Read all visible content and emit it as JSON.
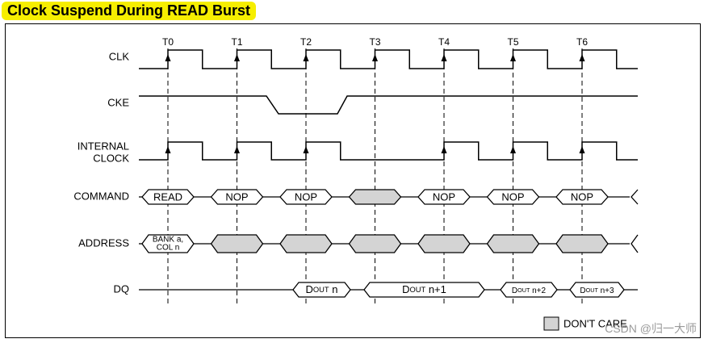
{
  "title": "Clock Suspend During READ Burst",
  "signals": {
    "clk": "CLK",
    "cke": "CKE",
    "internal_clock_line1": "INTERNAL",
    "internal_clock_line2": "CLOCK",
    "command": "COMMAND",
    "address": "ADDRESS",
    "dq": "DQ"
  },
  "time_markers": [
    "T0",
    "T1",
    "T2",
    "T3",
    "T4",
    "T5",
    "T6"
  ],
  "command_cells": [
    {
      "label": "READ",
      "dont_care": false
    },
    {
      "label": "NOP",
      "dont_care": false
    },
    {
      "label": "NOP",
      "dont_care": false
    },
    {
      "label": "",
      "dont_care": true
    },
    {
      "label": "NOP",
      "dont_care": false
    },
    {
      "label": "NOP",
      "dont_care": false
    },
    {
      "label": "NOP",
      "dont_care": false
    }
  ],
  "address_cells": [
    {
      "lines": [
        "BANK a,",
        "COL n"
      ],
      "dont_care": false
    },
    {
      "lines": [],
      "dont_care": true
    },
    {
      "lines": [],
      "dont_care": true
    },
    {
      "lines": [],
      "dont_care": true
    },
    {
      "lines": [],
      "dont_care": true
    },
    {
      "lines": [],
      "dont_care": true
    },
    {
      "lines": [],
      "dont_care": true
    }
  ],
  "dq_cells": [
    {
      "prefix": "D",
      "sub": "OUT",
      "suffix": " n",
      "from": 2,
      "to": 3,
      "small": false
    },
    {
      "prefix": "D",
      "sub": "OUT",
      "suffix": " n+1",
      "from": 3,
      "to": 5,
      "small": false
    },
    {
      "prefix": "D",
      "sub": "OUT",
      "suffix": " n+2",
      "from": 5,
      "to": 6,
      "small": true
    },
    {
      "prefix": "D",
      "sub": "OUT",
      "suffix": " n+3",
      "from": 6,
      "to": 7,
      "small": true
    }
  ],
  "legend": {
    "dont_care": "DON'T CARE"
  },
  "colors": {
    "dont_care_fill": "#d4d4d4",
    "title_bg": "#f6ee00",
    "line": "#000000"
  },
  "watermark": "CSDN @归一大师"
}
